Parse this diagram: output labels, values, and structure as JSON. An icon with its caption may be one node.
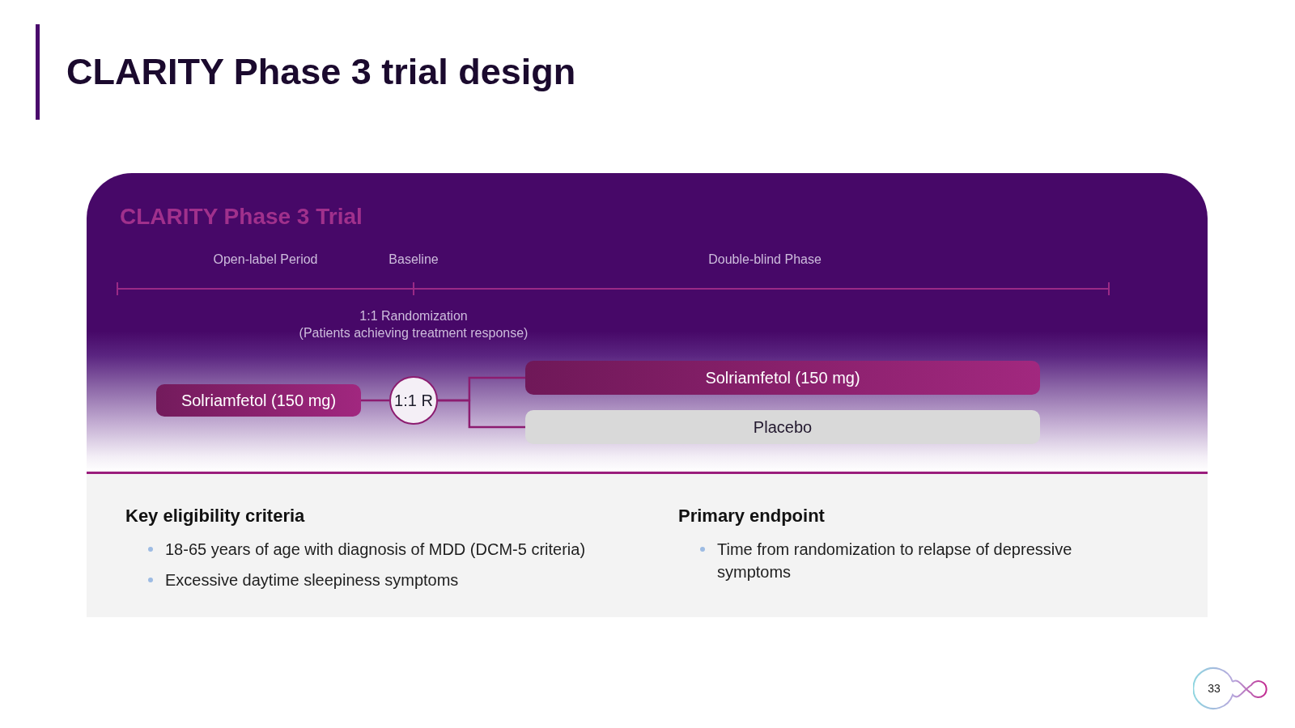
{
  "diagram": {
    "title": "CLARITY Phase 3 trial design",
    "nodes": [
      {
        "text": [
          "CLARITY Phase 3 Trial"
        ]
      },
      {
        "text": [
          "Solriamfetol (150 mg)"
        ],
        "in": 0
      },
      {
        "text": [
          "1:1 R"
        ],
        "in": 0
      },
      {
        "text": [
          "Solriamfetol (150 mg)"
        ],
        "in": 0
      },
      {
        "text": [
          "Placebo"
        ],
        "in": 0
      },
      {
        "text": [
          "Key eligibility criteria",
          "18-65 years of age with diagnosis of MDD (DCM-5 criteria)",
          "Excessive daytime sleepiness symptoms",
          "Primary endpoint",
          "Time from randomization to relapse of depressive symptoms"
        ]
      }
    ],
    "edges": [
      {
        "from": 1,
        "to": 2,
        "arrow": "none"
      },
      {
        "from": 2,
        "to": 3,
        "arrow": "none"
      },
      {
        "from": 2,
        "to": 4,
        "arrow": "none"
      }
    ],
    "labels": [
      "Open-label Period",
      "Baseline",
      "Double-blind Phase",
      "1:1 Randomization (Patients achieving treatment response)",
      "33"
    ]
  }
}
